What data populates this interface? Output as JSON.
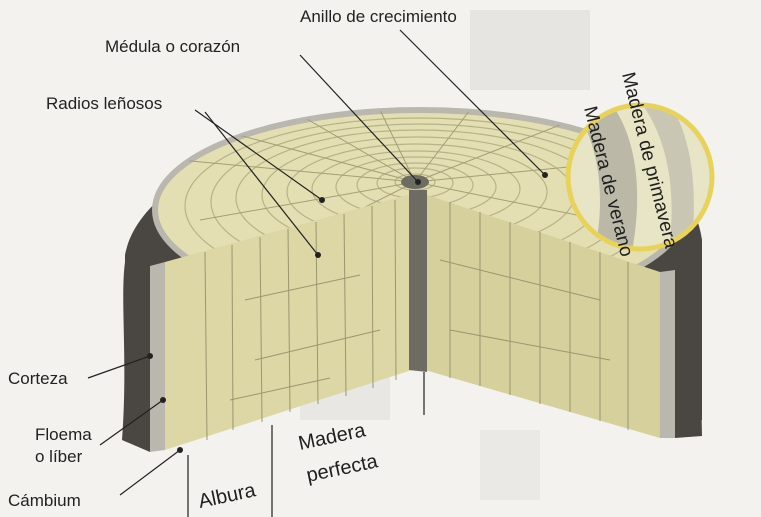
{
  "labels": {
    "ring": "Anillo de crecimiento",
    "pith": "Médula o corazón",
    "rays": "Radios leñosos",
    "bark": "Corteza",
    "phloem_line1": "Floema",
    "phloem_line2": "o líber",
    "cambium": "Cámbium",
    "sapwood": "Albura",
    "heartwood_line1": "Madera",
    "heartwood_line2": "perfecta",
    "spring_wood": "Madera de primavera",
    "summer_wood": "Madera de verano"
  },
  "colors": {
    "bark": "#4a4742",
    "cambium_band": "#b9b7ae",
    "wood_face": "#dcd7a5",
    "wood_cut": "#e4dfb2",
    "pith": "#6e6c62",
    "magnifier_rim": "#e8d35a",
    "grain": "#9a9670",
    "background": "#f4f2ee"
  }
}
